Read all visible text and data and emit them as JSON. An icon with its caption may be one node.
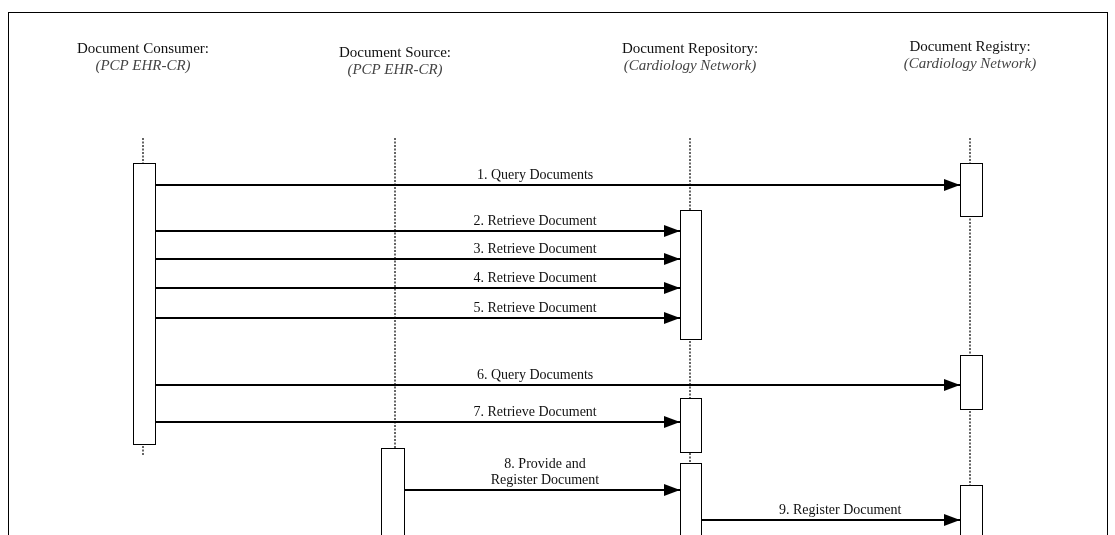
{
  "diagram": {
    "nodes": [
      {
        "text": [
          "Document Consumer:",
          "(PCP EHR-CR)"
        ]
      },
      {
        "text": [
          "Document Source:",
          "(PCP EHR-CR)"
        ]
      },
      {
        "text": [
          "Document Repository:",
          "(Cardiology Network)"
        ]
      },
      {
        "text": [
          "Document Registry:",
          "(Cardiology Network)"
        ]
      },
      {
        "text": [],
        "shape": "bar"
      },
      {
        "text": [],
        "shape": "bar"
      },
      {
        "text": [],
        "shape": "bar"
      },
      {
        "text": [],
        "shape": "bar"
      },
      {
        "text": [],
        "shape": "bar"
      },
      {
        "text": [],
        "shape": "bar"
      },
      {
        "text": [],
        "shape": "bar"
      },
      {
        "text": [],
        "shape": "bar"
      }
    ],
    "edges": [
      {
        "from": 4,
        "to": 5,
        "arrow": "to",
        "label": "1. Query Documents"
      },
      {
        "from": 4,
        "to": 6,
        "arrow": "to",
        "label": "2. Retrieve Document"
      },
      {
        "from": 4,
        "to": 6,
        "arrow": "to",
        "label": "3. Retrieve Document"
      },
      {
        "from": 4,
        "to": 6,
        "arrow": "to",
        "label": "4. Retrieve Document"
      },
      {
        "from": 4,
        "to": 6,
        "arrow": "to",
        "label": "5. Retrieve Document"
      },
      {
        "from": 4,
        "to": 7,
        "arrow": "to",
        "label": "6. Query Documents"
      },
      {
        "from": 4,
        "to": 8,
        "arrow": "to",
        "label": "7. Retrieve Document"
      },
      {
        "from": 9,
        "to": 10,
        "arrow": "to",
        "label": "8. Provide and Register Document"
      },
      {
        "from": 10,
        "to": 11,
        "arrow": "to",
        "label": "9. Register Document"
      }
    ]
  }
}
